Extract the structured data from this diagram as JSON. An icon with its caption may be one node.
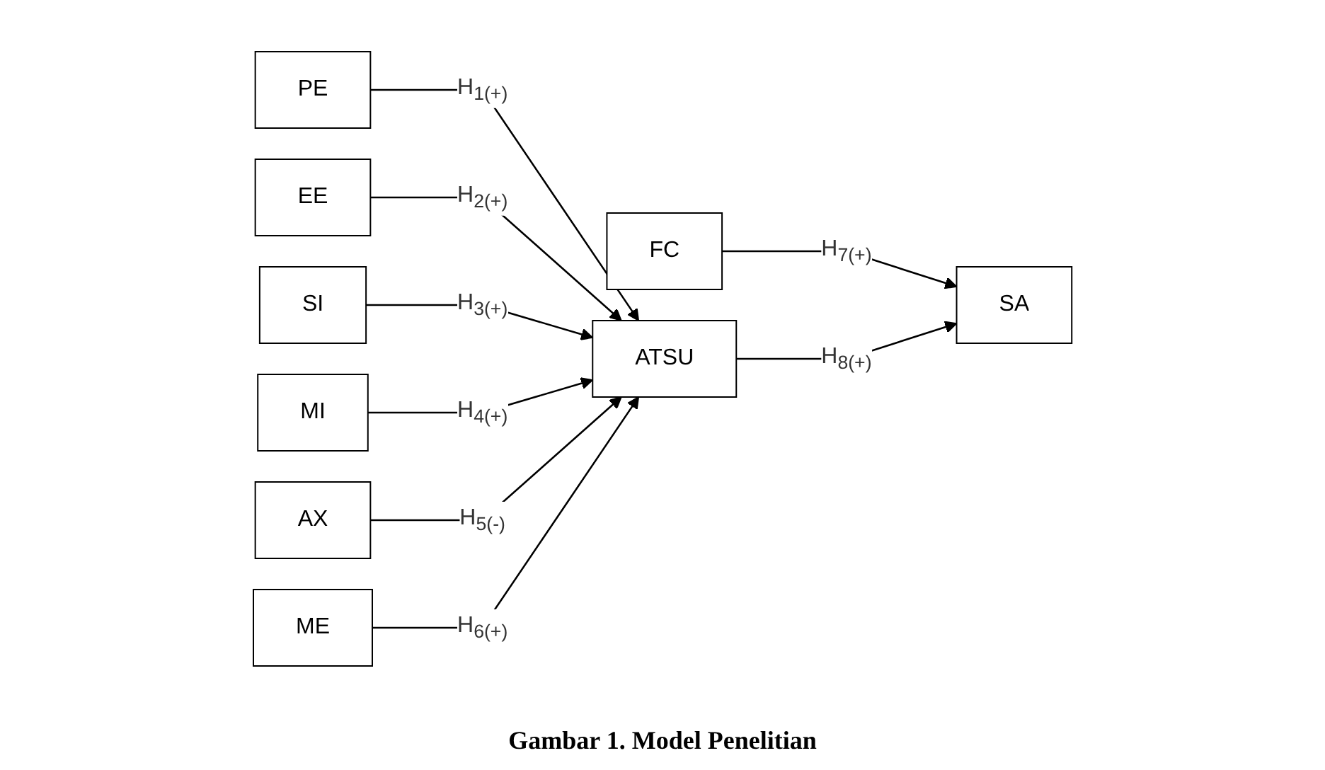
{
  "diagram": {
    "caption": "Gambar 1. Model Penelitian",
    "nodes": [
      {
        "text": [
          "PE"
        ]
      },
      {
        "text": [
          "EE"
        ]
      },
      {
        "text": [
          "SI"
        ]
      },
      {
        "text": [
          "MI"
        ]
      },
      {
        "text": [
          "AX"
        ]
      },
      {
        "text": [
          "ME"
        ]
      },
      {
        "text": [
          "FC"
        ]
      },
      {
        "text": [
          "ATSU"
        ]
      },
      {
        "text": [
          "SA"
        ]
      }
    ],
    "edges": [
      {
        "from": 0,
        "to": 7,
        "arrow": "to",
        "label": "H$_{1(+)}$"
      },
      {
        "from": 1,
        "to": 7,
        "arrow": "to",
        "label": "H$_{2(+)}$"
      },
      {
        "from": 2,
        "to": 7,
        "arrow": "to",
        "label": "H$_{3(+)}$"
      },
      {
        "from": 3,
        "to": 7,
        "arrow": "to",
        "label": "H$_{4(+)}$"
      },
      {
        "from": 4,
        "to": 7,
        "arrow": "to",
        "label": "H$_{5(-)}$"
      },
      {
        "from": 5,
        "to": 7,
        "arrow": "to",
        "label": "H$_{6(+)}$"
      },
      {
        "from": 6,
        "to": 8,
        "arrow": "to",
        "label": "H$_{7(+)}$"
      },
      {
        "from": 7,
        "to": 8,
        "arrow": "to",
        "label": "H$_{8(+)}$"
      }
    ]
  }
}
